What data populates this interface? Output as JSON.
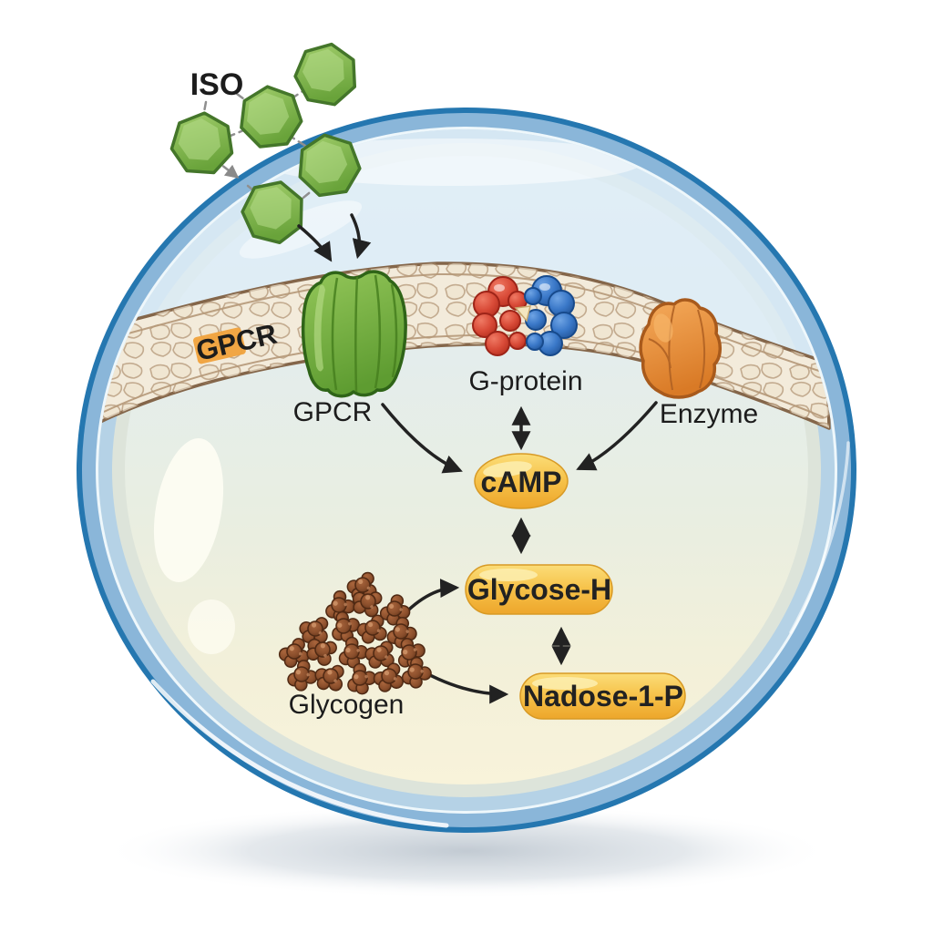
{
  "diagram": {
    "ligand_label": "ISO",
    "membrane_gpcr_label": "GPCR",
    "receptor_label": "GPCR",
    "g_protein_label": "G-protein",
    "enzyme_label": "Enzyme",
    "camp_label": "cAMP",
    "glycose_label": "Glycose-H",
    "nadose_label": "Nadose-1-P",
    "glycogen_label": "Glycogen",
    "colors": {
      "cell_rim_blue": "#2577b0",
      "cell_inner_top": "#e9f3f8",
      "cell_inner_bottom": "#f8f3da",
      "ligand_green": "#79b54a",
      "receptor_green": "#6caf3d",
      "g_protein_red": "#d6483a",
      "g_protein_blue": "#3a78c8",
      "enzyme_orange": "#e6913f",
      "node_gold": "#f6c148",
      "glycogen_brown": "#8b4f2c",
      "membrane_tan": "#f3ebdb",
      "membrane_label_highlight": "#f0a23c"
    }
  }
}
